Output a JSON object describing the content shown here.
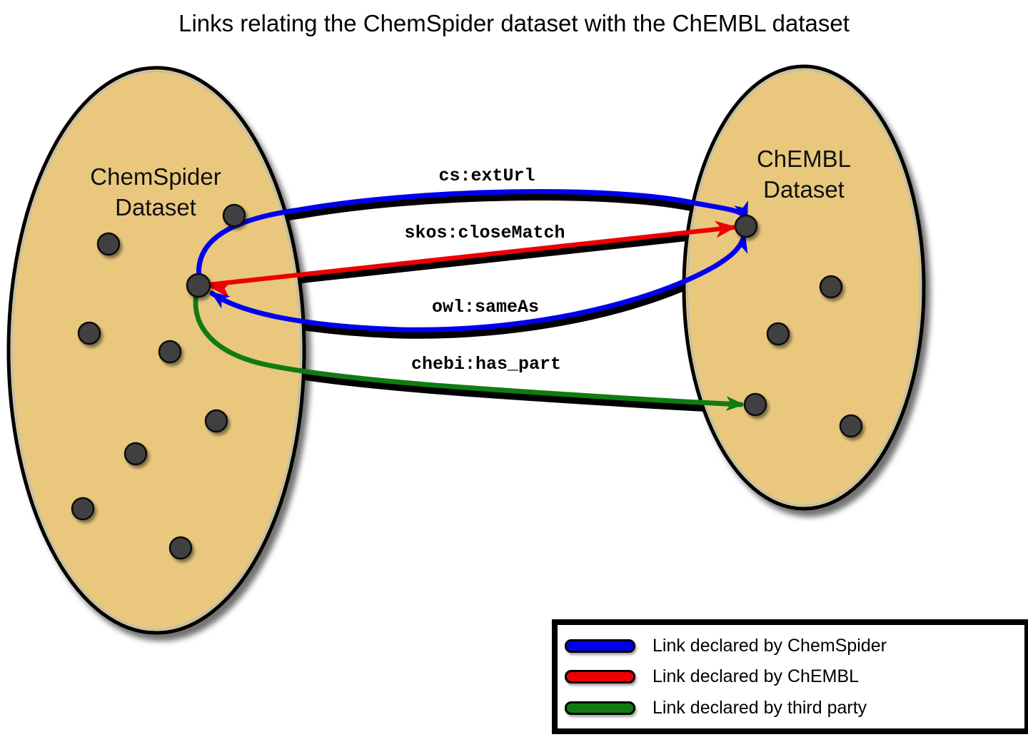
{
  "title": "Links relating the ChemSpider dataset with the ChEMBL dataset",
  "datasets": {
    "chemspider": {
      "name_line1": "ChemSpider",
      "name_line2": "Dataset",
      "dot_count": 9
    },
    "chembl": {
      "name_line1": "ChEMBL",
      "name_line2": "Dataset",
      "dot_count": 5
    }
  },
  "links": [
    {
      "label": "cs:extUrl",
      "color": "#0000F0",
      "declared_by": "ChemSpider",
      "arrowheads": "into ChEMBL node"
    },
    {
      "label": "skos:closeMatch",
      "color": "#EE0000",
      "declared_by": "ChEMBL",
      "arrowheads": "both ends"
    },
    {
      "label": "owl:sameAs",
      "color": "#0000F0",
      "declared_by": "ChemSpider",
      "arrowheads": "both ends"
    },
    {
      "label": "chebi:has_part",
      "color": "#107C10",
      "declared_by": "third party",
      "arrowheads": "into ChEMBL node"
    }
  ],
  "legend": {
    "items": [
      {
        "label": "Link declared by ChemSpider",
        "color": "#0000F0"
      },
      {
        "label": "Link declared by ChEMBL",
        "color": "#EE0000"
      },
      {
        "label": "Link declared by third party",
        "color": "#107C10"
      }
    ]
  },
  "colors": {
    "ellipse_fill": "#E9C87E",
    "ellipse_border": "#000000",
    "ellipse_rim": "#A9BCCB",
    "dot_fill": "#3F3F3F",
    "background": "#FFFFFF"
  }
}
